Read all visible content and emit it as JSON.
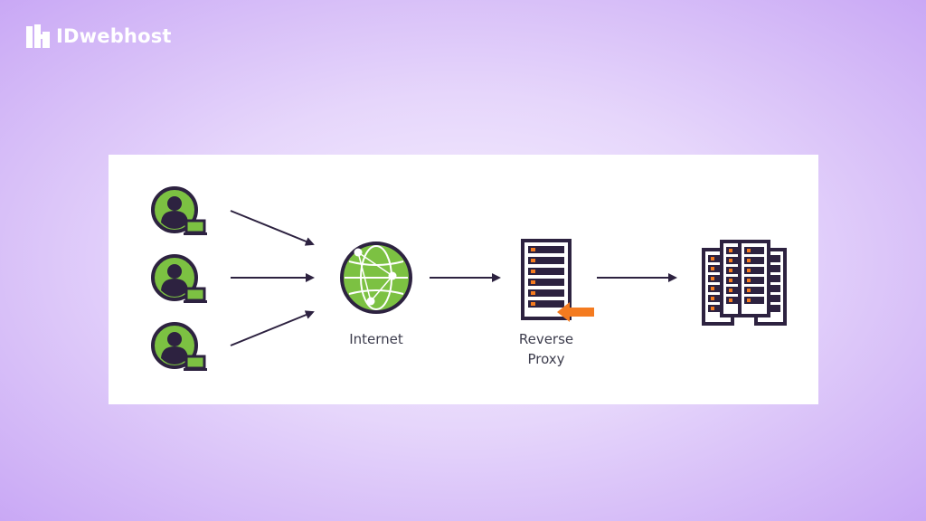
{
  "brand": {
    "name": "IDwebhost"
  },
  "diagram": {
    "nodes": {
      "internet": {
        "label": "Internet"
      },
      "proxy": {
        "label_line1": "Reverse",
        "label_line2": "Proxy"
      }
    },
    "icons": {
      "client": "user-laptop-icon",
      "internet": "globe-icon",
      "proxy": "server-icon",
      "backend": "server-cluster-icon",
      "indicator": "arrow-left-icon"
    },
    "colors": {
      "green": "#7cc142",
      "dark": "#2d2240",
      "orange": "#f47b20",
      "brand_text": "#ffffff"
    }
  }
}
